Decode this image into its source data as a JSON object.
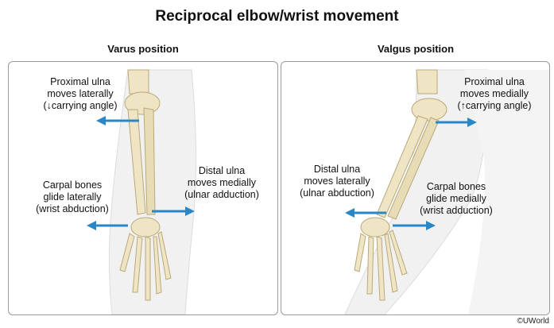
{
  "title": "Reciprocal elbow/wrist movement",
  "left": {
    "heading": "Varus position",
    "proximal": [
      "Proximal ulna",
      "moves laterally",
      "(↓carrying angle)"
    ],
    "carpal": [
      "Carpal bones",
      "glide laterally",
      "(wrist abduction)"
    ],
    "distal": [
      "Distal ulna",
      "moves medially",
      "(ulnar adduction)"
    ]
  },
  "right": {
    "heading": "Valgus position",
    "proximal": [
      "Proximal ulna",
      "moves medially",
      "(↑carrying angle)"
    ],
    "carpal": [
      "Carpal bones",
      "glide medially",
      "(wrist adduction)"
    ],
    "distal": [
      "Distal ulna",
      "moves laterally",
      "(ulnar abduction)"
    ]
  },
  "credit": "©UWorld",
  "colors": {
    "arrow": "#2a86c5",
    "bone": "#efe5c4",
    "skin": "#f1f1f1"
  }
}
